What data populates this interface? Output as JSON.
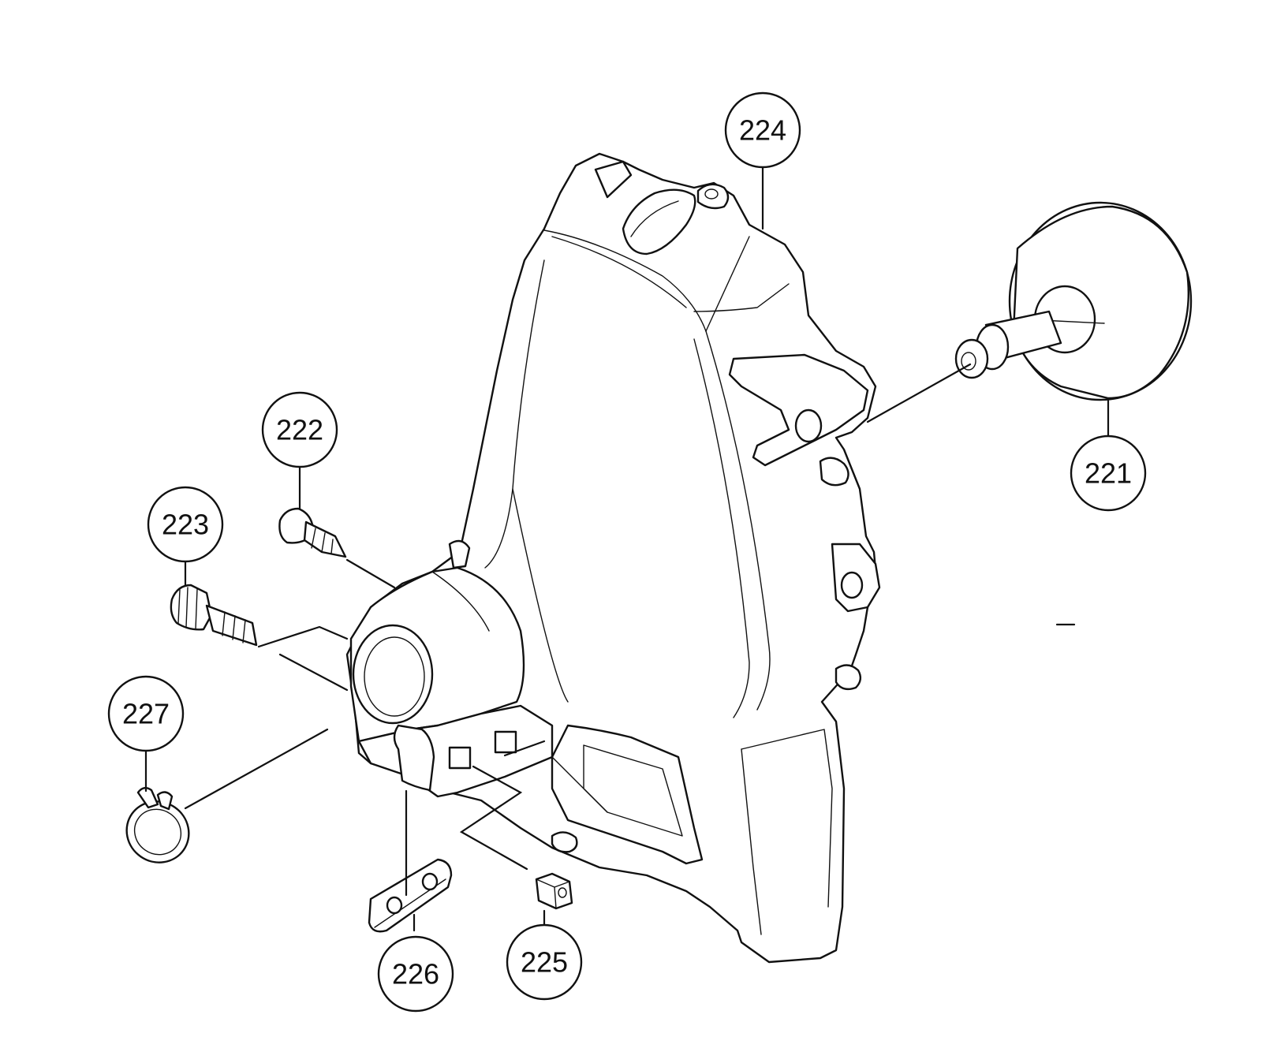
{
  "callouts": {
    "c221": "221",
    "c222": "222",
    "c223": "223",
    "c224": "224",
    "c225": "225",
    "c226": "226",
    "c227": "227"
  },
  "colors": {
    "ink": "#111111",
    "paper": "#ffffff"
  }
}
